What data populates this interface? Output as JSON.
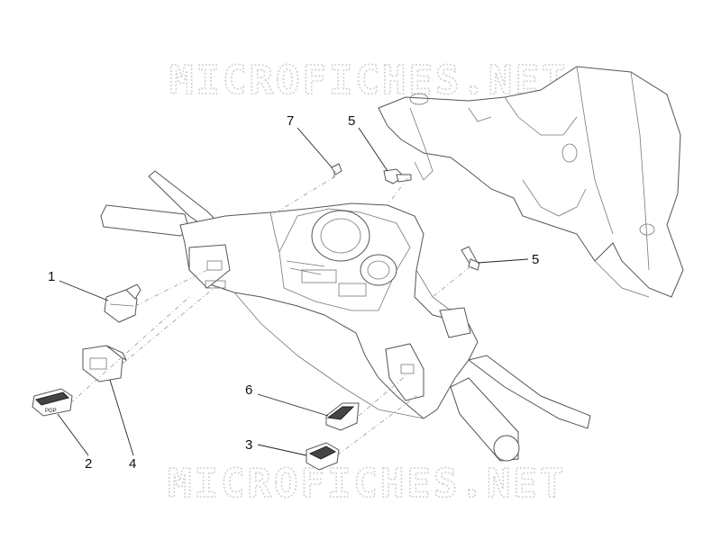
{
  "watermark": {
    "top_text": "MICROFICHES.NET",
    "bottom_text": "MICROFICHES.NET",
    "color": "#d0d0d0"
  },
  "callouts": [
    {
      "id": "7",
      "label": "7"
    },
    {
      "id": "5a",
      "label": "5"
    },
    {
      "id": "5b",
      "label": "5"
    },
    {
      "id": "1",
      "label": "1"
    },
    {
      "id": "6",
      "label": "6"
    },
    {
      "id": "3",
      "label": "3"
    },
    {
      "id": "2",
      "label": "2"
    },
    {
      "id": "4",
      "label": "4"
    }
  ],
  "switch_marking": "PGP"
}
